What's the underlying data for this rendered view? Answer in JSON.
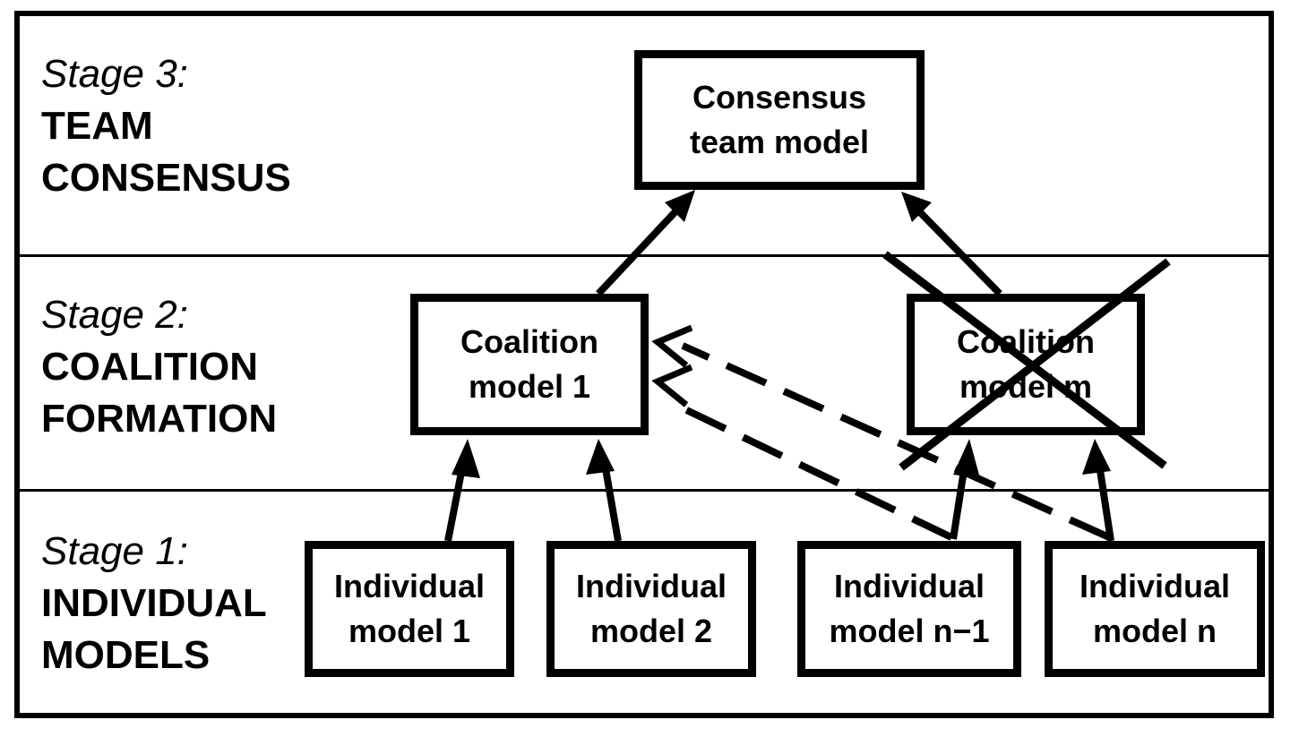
{
  "stages": [
    {
      "number_label": "Stage 3:",
      "name_lines": [
        "TEAM",
        "CONSENSUS"
      ]
    },
    {
      "number_label": "Stage 2:",
      "name_lines": [
        "COALITION",
        "FORMATION"
      ]
    },
    {
      "number_label": "Stage 1:",
      "name_lines": [
        "INDIVIDUAL",
        "MODELS"
      ]
    }
  ],
  "boxes": {
    "consensus": {
      "line1": "Consensus",
      "line2": "team model"
    },
    "coalition_1": {
      "line1": "Coalition",
      "line2": "model 1"
    },
    "coalition_m": {
      "line1": "Coalition",
      "line2": "model m",
      "crossed_out": true
    },
    "individual_1": {
      "line1": "Individual",
      "line2": "model 1"
    },
    "individual_2": {
      "line1": "Individual",
      "line2": "model 2"
    },
    "individual_n_minus_1": {
      "line1": "Individual",
      "line2": "model n−1"
    },
    "individual_n": {
      "line1": "Individual",
      "line2": "model n"
    }
  },
  "connections": [
    {
      "from": "coalition_1",
      "to": "consensus",
      "style": "solid"
    },
    {
      "from": "coalition_m",
      "to": "consensus",
      "style": "solid"
    },
    {
      "from": "individual_1",
      "to": "coalition_1",
      "style": "solid"
    },
    {
      "from": "individual_2",
      "to": "coalition_1",
      "style": "solid"
    },
    {
      "from": "individual_n_minus_1",
      "to": "coalition_m",
      "style": "solid"
    },
    {
      "from": "individual_n",
      "to": "coalition_m",
      "style": "solid"
    },
    {
      "from": "individual_n_minus_1",
      "to": "coalition_1",
      "style": "dashed"
    },
    {
      "from": "individual_n",
      "to": "coalition_1",
      "style": "dashed"
    }
  ]
}
